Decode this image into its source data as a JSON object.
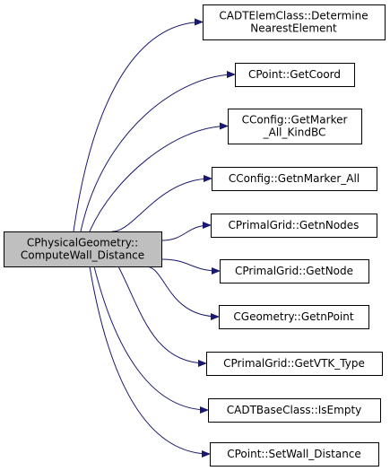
{
  "graph": {
    "source": {
      "lines": [
        "CPhysicalGeometry::",
        "ComputeWall_Distance"
      ]
    },
    "targets": [
      {
        "lines": [
          "CADTElemClass::Determine",
          "NearestElement"
        ]
      },
      {
        "lines": [
          "CPoint::GetCoord"
        ]
      },
      {
        "lines": [
          "CConfig::GetMarker",
          "_All_KindBC"
        ]
      },
      {
        "lines": [
          "CConfig::GetnMarker_All"
        ]
      },
      {
        "lines": [
          "CPrimalGrid::GetnNodes"
        ]
      },
      {
        "lines": [
          "CPrimalGrid::GetNode"
        ]
      },
      {
        "lines": [
          "CGeometry::GetnPoint"
        ]
      },
      {
        "lines": [
          "CPrimalGrid::GetVTK_Type"
        ]
      },
      {
        "lines": [
          "CADTBaseClass::IsEmpty"
        ]
      },
      {
        "lines": [
          "CPoint::SetWall_Distance"
        ]
      }
    ]
  },
  "colors": {
    "source_fill": "#bfbfbf",
    "node_fill": "#ffffff",
    "node_border": "#000000",
    "edge": "#191970"
  }
}
